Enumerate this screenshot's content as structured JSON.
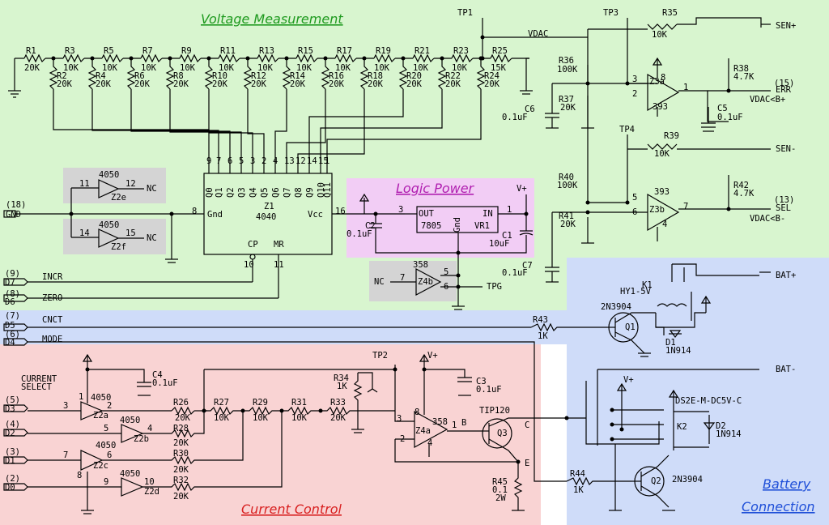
{
  "colors": {
    "voltage_bg": "#d8f5cf",
    "logic_bg": "#f2cdf5",
    "battery_bg": "#cfdcf9",
    "current_bg": "#f9d3d3",
    "gate_bg": "#d4d4d4",
    "voltage_title": "#1f9a1f",
    "logic_title": "#b01fb0",
    "current_title": "#d81f1f",
    "battery_title": "#1f4fd8"
  },
  "sections": {
    "voltage": "Voltage Measurement",
    "logic": "Logic Power",
    "current": "Current Control",
    "battery_1": "Battery",
    "battery_2": "Connection"
  },
  "ladder": {
    "series": [
      {
        "ref": "R1",
        "val": "20K"
      },
      {
        "ref": "R3",
        "val": "10K"
      },
      {
        "ref": "R5",
        "val": "10K"
      },
      {
        "ref": "R7",
        "val": "10K"
      },
      {
        "ref": "R9",
        "val": "10K"
      },
      {
        "ref": "R11",
        "val": "10K"
      },
      {
        "ref": "R13",
        "val": "10K"
      },
      {
        "ref": "R15",
        "val": "10K"
      },
      {
        "ref": "R17",
        "val": "10K"
      },
      {
        "ref": "R19",
        "val": "10K"
      },
      {
        "ref": "R21",
        "val": "10K"
      },
      {
        "ref": "R23",
        "val": "10K"
      },
      {
        "ref": "R25",
        "val": "15K"
      }
    ],
    "shunt": [
      {
        "ref": "R2",
        "val": "20K"
      },
      {
        "ref": "R4",
        "val": "20K"
      },
      {
        "ref": "R6",
        "val": "20K"
      },
      {
        "ref": "R8",
        "val": "20K"
      },
      {
        "ref": "R10",
        "val": "20K"
      },
      {
        "ref": "R12",
        "val": "20K"
      },
      {
        "ref": "R14",
        "val": "20K"
      },
      {
        "ref": "R16",
        "val": "20K"
      },
      {
        "ref": "R18",
        "val": "20K"
      },
      {
        "ref": "R20",
        "val": "20K"
      },
      {
        "ref": "R22",
        "val": "20K"
      },
      {
        "ref": "R24",
        "val": "20K"
      }
    ]
  },
  "counter": {
    "ref": "Z1",
    "part": "4040",
    "pins_out": [
      "Q0",
      "Q1",
      "Q2",
      "Q3",
      "Q4",
      "Q5",
      "Q6",
      "Q7",
      "Q8",
      "Q9",
      "Q10",
      "Q11"
    ],
    "pin_nums": [
      "9",
      "7",
      "6",
      "5",
      "3",
      "2",
      "4",
      "13",
      "12",
      "14",
      "15",
      "1"
    ],
    "gnd": "Gnd",
    "gnd_pin": "8",
    "vcc": "Vcc",
    "vcc_pin": "16",
    "cp": "CP",
    "cp_pin": "10",
    "mr": "MR",
    "mr_pin": "11"
  },
  "gates": {
    "z2e": {
      "part": "4050",
      "ref": "Z2e",
      "in": "11",
      "out": "12",
      "nc": "NC"
    },
    "z2f": {
      "part": "4050",
      "ref": "Z2f",
      "in": "14",
      "out": "15",
      "nc": "NC"
    },
    "z2a": {
      "part": "4050",
      "ref": "Z2a",
      "in": "3",
      "out": "2",
      "vp": "1"
    },
    "z2b": {
      "part": "4050",
      "ref": "Z2b",
      "in": "5",
      "out": "4"
    },
    "z2c": {
      "part": "4050",
      "ref": "Z2c",
      "in": "7",
      "out": "6",
      "gnd": "8"
    },
    "z2d": {
      "part": "4050",
      "ref": "Z2d",
      "in": "9",
      "out": "10"
    }
  },
  "connectors": {
    "gnd": {
      "num": "(18)",
      "name": "GND"
    },
    "d7": {
      "num": "(9)",
      "name": "D7",
      "sig": "INCR"
    },
    "d6": {
      "num": "(8)",
      "name": "D6",
      "sig": "ZERO"
    },
    "d5": {
      "num": "(7)",
      "name": "D5",
      "sig": "CNCT"
    },
    "d4": {
      "num": "(6)",
      "name": "D4",
      "sig": "MODE"
    },
    "d3": {
      "num": "(5)",
      "name": "D3"
    },
    "d2": {
      "num": "(4)",
      "name": "D2"
    },
    "d1": {
      "num": "(3)",
      "name": "D1"
    },
    "d0": {
      "num": "(2)",
      "name": "D0"
    },
    "current_select": "CURRENT\nSELECT",
    "sen_p": "SEN+",
    "sen_m": "SEN-",
    "bat_p": "BAT+",
    "bat_m": "BAT-",
    "err_num": "(15)",
    "err": "ERR",
    "sel_num": "(13)",
    "sel": "SEL",
    "vdac_bp": "VDAC<B+",
    "vdac_bm": "VDAC<B-",
    "vdac": "VDAC"
  },
  "logic_power": {
    "reg_out": "OUT",
    "reg_in": "IN",
    "reg_gnd": "Gnd",
    "reg_part": "7805",
    "reg_ref": "VR1",
    "pin3": "3",
    "pin1": "1",
    "vplus": "V+",
    "c2": "C2",
    "c2v": "0.1uF",
    "c1": "C1",
    "c1v": "10uF"
  },
  "comparators": {
    "z3a": "Z3a",
    "z3a_part": "393",
    "z3a_p3": "3",
    "z3a_p2": "2",
    "z3a_p1": "1",
    "z3a_p8": "8",
    "z3b": "Z3b",
    "z3b_part": "393",
    "z3b_p5": "5",
    "z3b_p6": "6",
    "z3b_p7": "7",
    "z3b_p4": "4",
    "r35": "R35",
    "r35v": "10K",
    "r36": "R36",
    "r36v": "100K",
    "r37": "R37",
    "r37v": "20K",
    "r38": "R38",
    "r38v": "4.7K",
    "r39": "R39",
    "r39v": "10K",
    "r40": "R40",
    "r40v": "100K",
    "r41": "R41",
    "r41v": "20K",
    "r42": "R42",
    "r42v": "4.7K",
    "c5": "C5",
    "c5v": "0.1uF",
    "c6": "C6",
    "c6v": "0.1uF",
    "c7": "C7",
    "c7v": "0.1uF",
    "tp1": "TP1",
    "tp3": "TP3",
    "tp4": "TP4"
  },
  "z4b": {
    "part": "358",
    "ref": "Z4b",
    "p7": "7",
    "p5": "5",
    "p6": "6",
    "nc": "NC",
    "tpg": "TPG"
  },
  "current": {
    "c4": "C4",
    "c4v": "0.1uF",
    "c3": "C3",
    "c3v": "0.1uF",
    "r26": "R26",
    "r26v": "20K",
    "r27": "R27",
    "r27v": "10K",
    "r28": "R28",
    "r28v": "20K",
    "r29": "R29",
    "r29v": "10K",
    "r30": "R30",
    "r30v": "20K",
    "r31": "R31",
    "r31v": "10K",
    "r32": "R32",
    "r32v": "20K",
    "r33": "R33",
    "r33v": "20K",
    "r34": "R34",
    "r34v": "1K",
    "tp2": "TP2",
    "vplus": "V+",
    "z4a": "Z4a",
    "z4a_part": "358",
    "z4a_p8": "8",
    "z4a_p3": "3",
    "z4a_p2": "2",
    "z4a_p1": "1",
    "z4a_p4": "4",
    "q3": "Q3",
    "q3_part": "TIP120",
    "b": "B",
    "c": "C",
    "e": "E",
    "r45": "R45",
    "r45v": "0.1",
    "r45w": "2W"
  },
  "battery": {
    "r43": "R43",
    "r43v": "1K",
    "q1": "Q1",
    "q1_part": "2N3904",
    "k1": "K1",
    "k1_part": "HY1-5V",
    "d1": "D1",
    "d1_part": "1N914",
    "k2": "K2",
    "k2_part": "DS2E-M-DC5V-C",
    "d2": "D2",
    "d2_part": "1N914",
    "vplus": "V+",
    "r44": "R44",
    "r44v": "1K",
    "q2": "Q2",
    "q2_part": "2N3904"
  }
}
